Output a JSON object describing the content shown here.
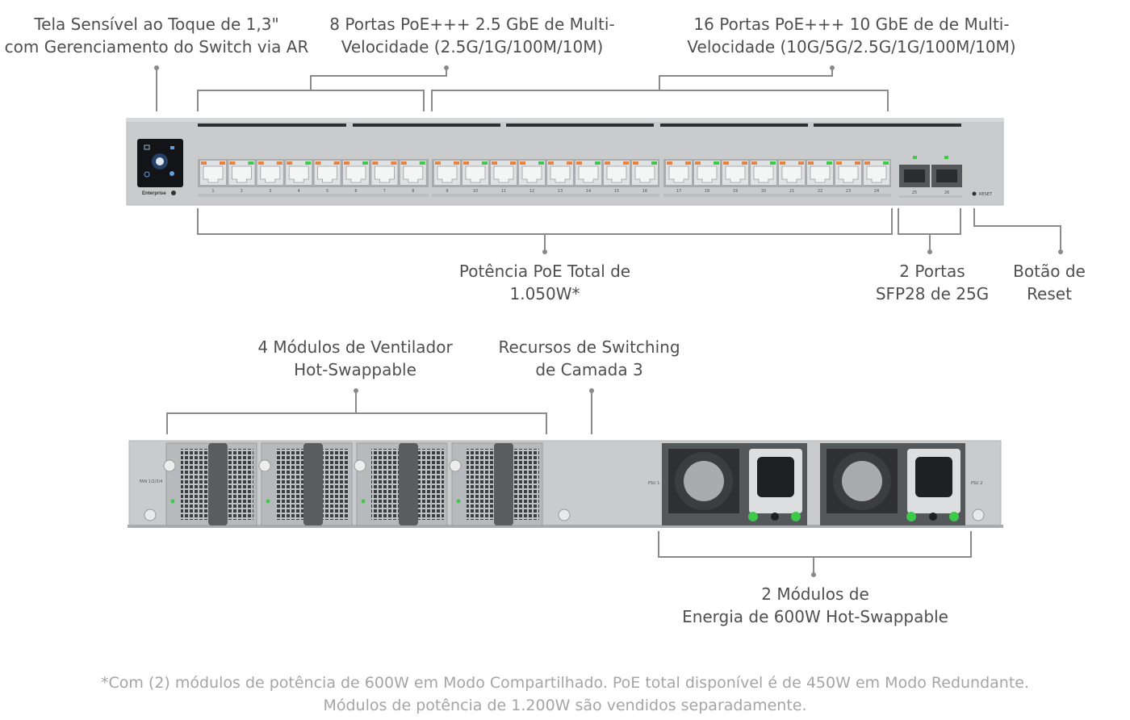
{
  "labels": {
    "touch_screen": [
      "Tela Sensível ao Toque de 1,3\"",
      "com Gerenciamento do Switch via AR"
    ],
    "ports_25g": [
      "8 Portas PoE+++ 2.5 GbE de Multi-",
      "Velocidade (2.5G/1G/100M/10M)"
    ],
    "ports_10g": [
      "16 Portas PoE+++ 10 GbE de de Multi-",
      "Velocidade  (10G/5G/2.5G/1G/100M/10M)"
    ],
    "poe_total": [
      "Potência PoE Total de",
      "1.050W*"
    ],
    "sfp28": [
      "2 Portas",
      "SFP28 de 25G"
    ],
    "reset": [
      "Botão de",
      "Reset"
    ],
    "fans": [
      "4 Módulos de Ventilador",
      "Hot-Swappable"
    ],
    "layer3": [
      "Recursos de Switching",
      "de Camada 3"
    ],
    "psu": [
      "2 Módulos de",
      "Energia de 600W Hot-Swappable"
    ]
  },
  "device": {
    "brand_label": "Enterprise",
    "reset_label": "RESET",
    "fan_label": "FAN 1/2/3/4",
    "psu1_label": "PSU 1",
    "psu2_label": "PSU 2",
    "port_numbers": [
      "1",
      "2",
      "3",
      "4",
      "5",
      "6",
      "7",
      "8",
      "9",
      "10",
      "11",
      "12",
      "13",
      "14",
      "15",
      "16",
      "17",
      "18",
      "19",
      "20",
      "21",
      "22",
      "23",
      "24"
    ],
    "sfp_numbers": [
      "25",
      "26"
    ]
  },
  "footnote": [
    "*Com (2) módulos de potência de 600W em Modo Compartilhado. PoE total disponível é de 450W em Modo Redundante.",
    "Módulos de potência de 1.200W são vendidos separadamente."
  ],
  "colors": {
    "chassis": "#c9cbcd",
    "chassis_dark": "#a9acae",
    "port_orange": "#e8833f",
    "led_green": "#3ec94a",
    "callout_line": "#8a8a8a",
    "text": "#4f4f4f",
    "footnote": "#a5a5a5"
  }
}
